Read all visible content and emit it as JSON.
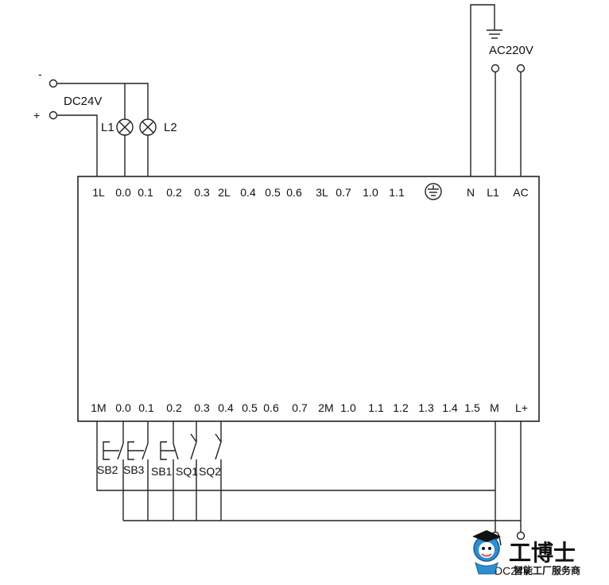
{
  "supply": {
    "dc_label": "DC24V",
    "dc_minus": "-",
    "dc_plus": "+",
    "ac_label": "AC220V"
  },
  "lamps": [
    "L1",
    "L2"
  ],
  "top_terminals": [
    "1L",
    "0.0",
    "0.1",
    "0.2",
    "0.3",
    "2L",
    "0.4",
    "0.5",
    "0.6",
    "3L",
    "0.7",
    "1.0",
    "1.1",
    "N",
    "L1",
    "AC"
  ],
  "bottom_terminals": [
    "1M",
    "0.0",
    "0.1",
    "0.2",
    "0.3",
    "0.4",
    "0.5",
    "0.6",
    "0.7",
    "2M",
    "1.0",
    "1.1",
    "1.2",
    "1.3",
    "1.4",
    "1.5",
    "M",
    "L+"
  ],
  "switches": [
    "SB2",
    "SB3",
    "SB1",
    "SQ1",
    "SQ2"
  ],
  "output_label": "DC24V",
  "watermark": {
    "title": "工博士",
    "subtitle": "智能工厂服务商"
  }
}
